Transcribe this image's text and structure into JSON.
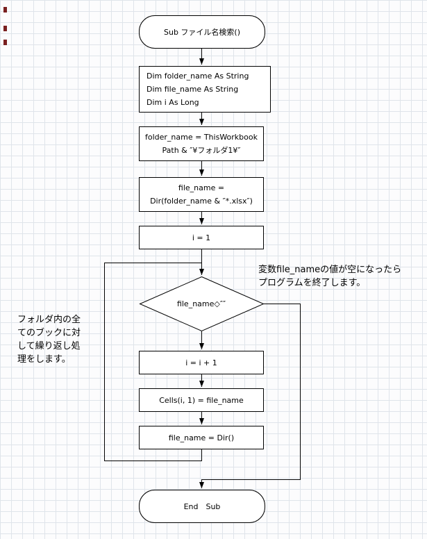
{
  "flowchart": {
    "start": {
      "label": "Sub ファイル名検索()"
    },
    "declare": {
      "line1": "Dim folder_name As String",
      "line2": "Dim file_name As String",
      "line3": "Dim i As Long"
    },
    "assign_folder": {
      "line1": "folder_name = ThisWorkbook",
      "line2": "Path & ″¥フォルダ1¥″"
    },
    "assign_file": {
      "line1": "file_name =",
      "line2": "Dir(folder_name & ″*.xlsx″)"
    },
    "init_counter": {
      "label": "i = 1"
    },
    "decision": {
      "label": "file_name◇″″"
    },
    "increment": {
      "label": "i = i + 1"
    },
    "write_cell": {
      "label": "Cells(i, 1) = file_name"
    },
    "next_file": {
      "label": "file_name = Dir()"
    },
    "end": {
      "label": "End　Sub"
    }
  },
  "annotations": {
    "loop_exit": {
      "line1": "変数file_nameの値が空になったら",
      "line2": "プログラムを終了します。"
    },
    "loop_note": {
      "line1": "フォルダ内の全",
      "line2": "てのブックに対",
      "line3": "して繰り返し処",
      "line4": "理をします。"
    }
  }
}
